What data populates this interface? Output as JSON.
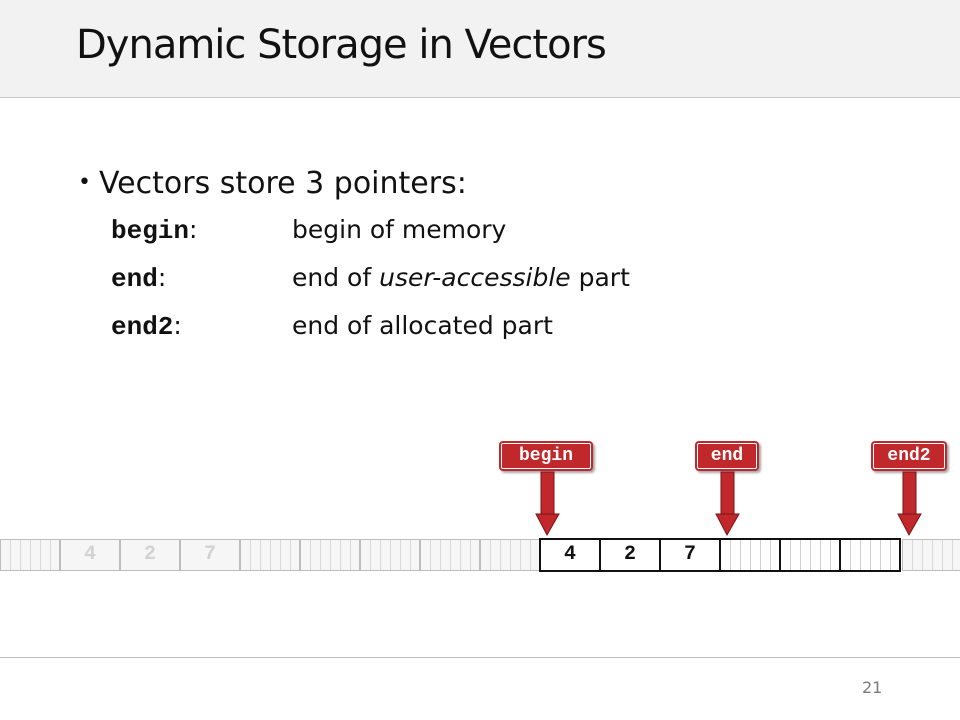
{
  "slide": {
    "title": "Dynamic Storage in Vectors",
    "bullet": "Vectors store 3 pointers:",
    "rows": [
      {
        "term": "begin",
        "colon": ":",
        "desc_pre": "begin of memory",
        "desc_em": "",
        "desc_post": ""
      },
      {
        "term": "end",
        "colon": ":",
        "desc_pre": "end of ",
        "desc_em": "user-accessible",
        "desc_post": " part"
      },
      {
        "term": "end2",
        "colon": ":",
        "desc_pre": "end of allocated part",
        "desc_em": "",
        "desc_post": ""
      }
    ],
    "page_number": "21"
  },
  "memory": {
    "ghost_values": [
      "4",
      "2",
      "7"
    ],
    "values": [
      "4",
      "2",
      "7"
    ],
    "capacity": 6
  },
  "pointers": {
    "begin": "begin",
    "end": "end",
    "end2": "end2"
  },
  "colors": {
    "pointer": "#c0282b",
    "arrow_stroke": "#7a1215"
  }
}
